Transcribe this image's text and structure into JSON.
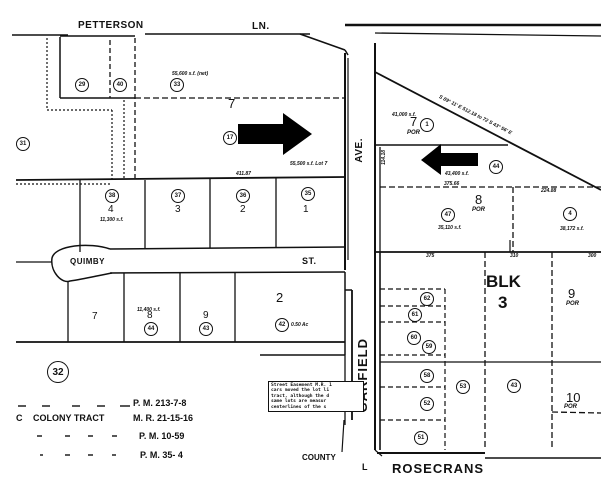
{
  "map": {
    "type": "assessor parcel map",
    "streets": {
      "petterson": "PETTERSON",
      "ln": "LN.",
      "ave": "AVE.",
      "garfield": "GARFIELD",
      "quimby": "QUIMBY",
      "st": "ST.",
      "rosecrans": "ROSECRANS",
      "county": "COUNTY",
      "l": "L"
    },
    "block": {
      "label": "BLK",
      "number": "3"
    },
    "lots": {
      "nw_7": "7",
      "ne_7": "7",
      "ne_7_por": "POR",
      "ne_8": "8",
      "ne_8_por": "POR",
      "lot_4": "4",
      "lot_3": "3",
      "lot_2_top": "2",
      "lot_1_top": "1",
      "lot_7_bot": "7",
      "lot_8_bot": "8",
      "lot_9_bot": "9",
      "lot_2_bot": "2",
      "lot_9_right": "9",
      "lot_9_right_por": "POR",
      "lot_10": "10",
      "lot_10_por": "POR"
    },
    "parcels": {
      "p_nw1": "29",
      "p_nw2": "40",
      "p_nw3": "33",
      "p_west": "31",
      "p_7": "17",
      "p_4": "38",
      "p_3": "37",
      "p_2": "36",
      "p_1": "35",
      "p_ne7": "1",
      "p_ne7b": "44",
      "p_ne8": "47",
      "p_ne8b": "4",
      "p_bot8": "44",
      "p_bot9": "43",
      "p_bot2": "42",
      "p_g1": "62",
      "p_g2": "61",
      "p_g3": "60",
      "p_g4": "59",
      "p_g5": "58",
      "p_g6": "53",
      "p_g7": "52",
      "p_g8": "51",
      "p_blk": "43",
      "p_big": "32"
    },
    "dims": {
      "area_nw": "55,600 s.f. (net)",
      "area_7": "55,500 s.f. Lot 7",
      "area_4": "11,300 s.f.",
      "area_ne7": "41,000 s.f.",
      "area_ne7b": "43,400 s.f.",
      "area_ne8": "35,110 s.f.",
      "area_ne8b": "38,172 s.f.",
      "area_bot8": "11,400 s.f.",
      "area_bot2": "0.50 Ac",
      "bearing": "S 89° 11' E 512.18 to 72  S 43° 56' E",
      "d_top": "411.87",
      "d_ne7": "375.66",
      "d_ne7_side": "114.18",
      "d_blk_top": "375",
      "d_blk_top2": "310",
      "d_right": "300",
      "d_ne8_r": "224.88"
    },
    "note_box": [
      "Street Easement M.R. 1",
      "cars moved the lot li",
      "tract, although the d",
      "same lots are measur",
      "centerlines of the s"
    ],
    "legend": {
      "colony_tract": "COLONY TRACT",
      "c_letter": "C",
      "ref1": "P. M. 213-7-8",
      "ref2": "M. R. 21-15-16",
      "ref3": "P. M. 10-59",
      "ref4": "P. M. 35- 4"
    },
    "arrows": [
      {
        "name": "arrow-right",
        "direction": "right"
      },
      {
        "name": "arrow-left",
        "direction": "left"
      }
    ]
  }
}
